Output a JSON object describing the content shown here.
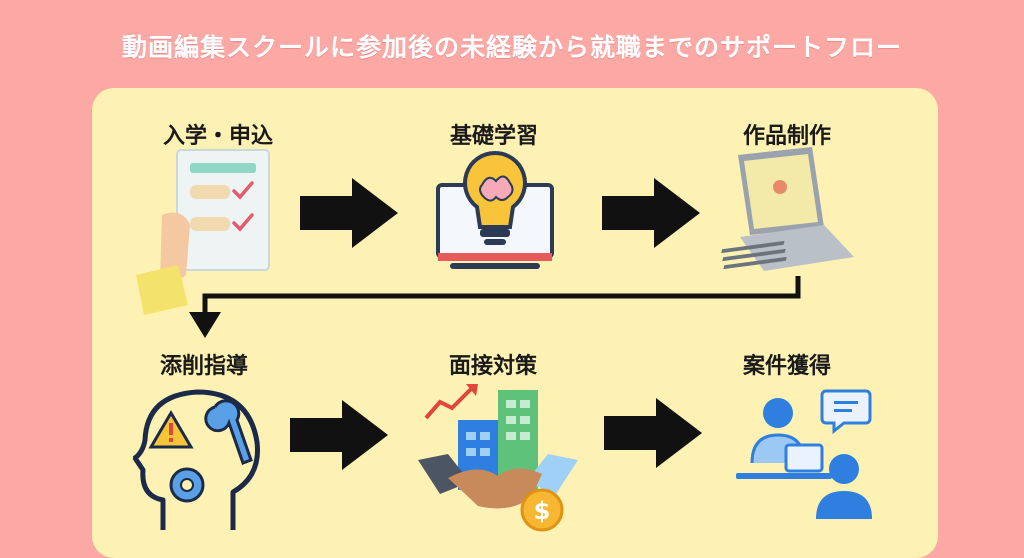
{
  "title": "動画編集スクールに参加後の未経験から就職までのサポートフロー",
  "steps": [
    {
      "label": "入学・申込",
      "icon": "application-form-icon"
    },
    {
      "label": "基礎学習",
      "icon": "lightbulb-brain-icon"
    },
    {
      "label": "作品制作",
      "icon": "laptop-icon"
    },
    {
      "label": "添削指導",
      "icon": "head-warning-wrench-icon"
    },
    {
      "label": "面接対策",
      "icon": "handshake-business-icon"
    },
    {
      "label": "案件獲得",
      "icon": "person-chat-icon"
    }
  ],
  "colors": {
    "background": "#fca9a6",
    "panel": "#fdf2b3",
    "arrow": "#111111",
    "accent_blue": "#2f7fe0"
  }
}
